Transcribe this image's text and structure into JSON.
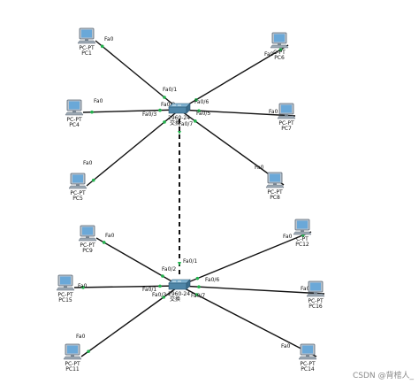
{
  "colors": {
    "link": "#111111",
    "link_up": "#22b14c",
    "pc_body": "#b9c4cf",
    "pc_screen": "#6aa8d8",
    "switch_body": "#4f86a8",
    "watermark": "#8a8a8a"
  },
  "switches": [
    {
      "id": "sw1",
      "model": "2960-24",
      "name": "交换",
      "icon": "switch-icon"
    },
    {
      "id": "sw2",
      "model": "2960-24",
      "name": "交换",
      "icon": "switch-icon"
    }
  ],
  "pcs": [
    {
      "id": "pc1",
      "model": "PC-PT",
      "name": "PC1",
      "port": "Fa0",
      "sw": "sw1",
      "sw_port": "Fa0/1"
    },
    {
      "id": "pc6",
      "model": "C-PT",
      "name": "PC6",
      "port": "Fa0",
      "sw": "sw1",
      "sw_port": "Fa0/6"
    },
    {
      "id": "pc4",
      "model": "PC-PT",
      "name": "PC4",
      "port": "Fa0",
      "sw": "sw1",
      "sw_port": "Fa0/2"
    },
    {
      "id": "pc7",
      "model": "PC-PT",
      "name": "PC7",
      "port": "Fa0",
      "sw": "sw1",
      "sw_port": "Fa0/5"
    },
    {
      "id": "pc5",
      "model": "PC-PT",
      "name": "PC5",
      "port": "Fa0",
      "sw": "sw1",
      "sw_port": "Fa0/3"
    },
    {
      "id": "pc8",
      "model": "PC-PT",
      "name": "PC8",
      "port": "Fa0",
      "sw": "sw1",
      "sw_port": "Fa0/7"
    },
    {
      "id": "pc9",
      "model": "PC-PT",
      "name": "PC9",
      "port": "Fa0",
      "sw": "sw2",
      "sw_port": "Fa0/2"
    },
    {
      "id": "pc12",
      "model": "C-PT",
      "name": "PC12",
      "port": "Fa0",
      "sw": "sw2",
      "sw_port": "Fa0/6"
    },
    {
      "id": "pc15",
      "model": "PC-PT",
      "name": "PC15",
      "port": "Fa0",
      "sw": "sw2",
      "sw_port": "Fa0/1"
    },
    {
      "id": "pc16",
      "model": "PC-PT",
      "name": "PC16",
      "port": "Fa0",
      "sw": "sw2",
      "sw_port": ""
    },
    {
      "id": "pc11",
      "model": "PC-PT",
      "name": "PC11",
      "port": "Fa0",
      "sw": "sw2",
      "sw_port": "Fa0/3"
    },
    {
      "id": "pc14",
      "model": "PC-PT",
      "name": "PC14",
      "port": "Fa0",
      "sw": "sw2",
      "sw_port": "Fa0/7"
    }
  ],
  "trunk": {
    "from": "sw1",
    "to": "sw2",
    "from_port": "",
    "to_port": "Fa0/1",
    "style": "dashed"
  },
  "watermark": "CSDN @背棺人_"
}
